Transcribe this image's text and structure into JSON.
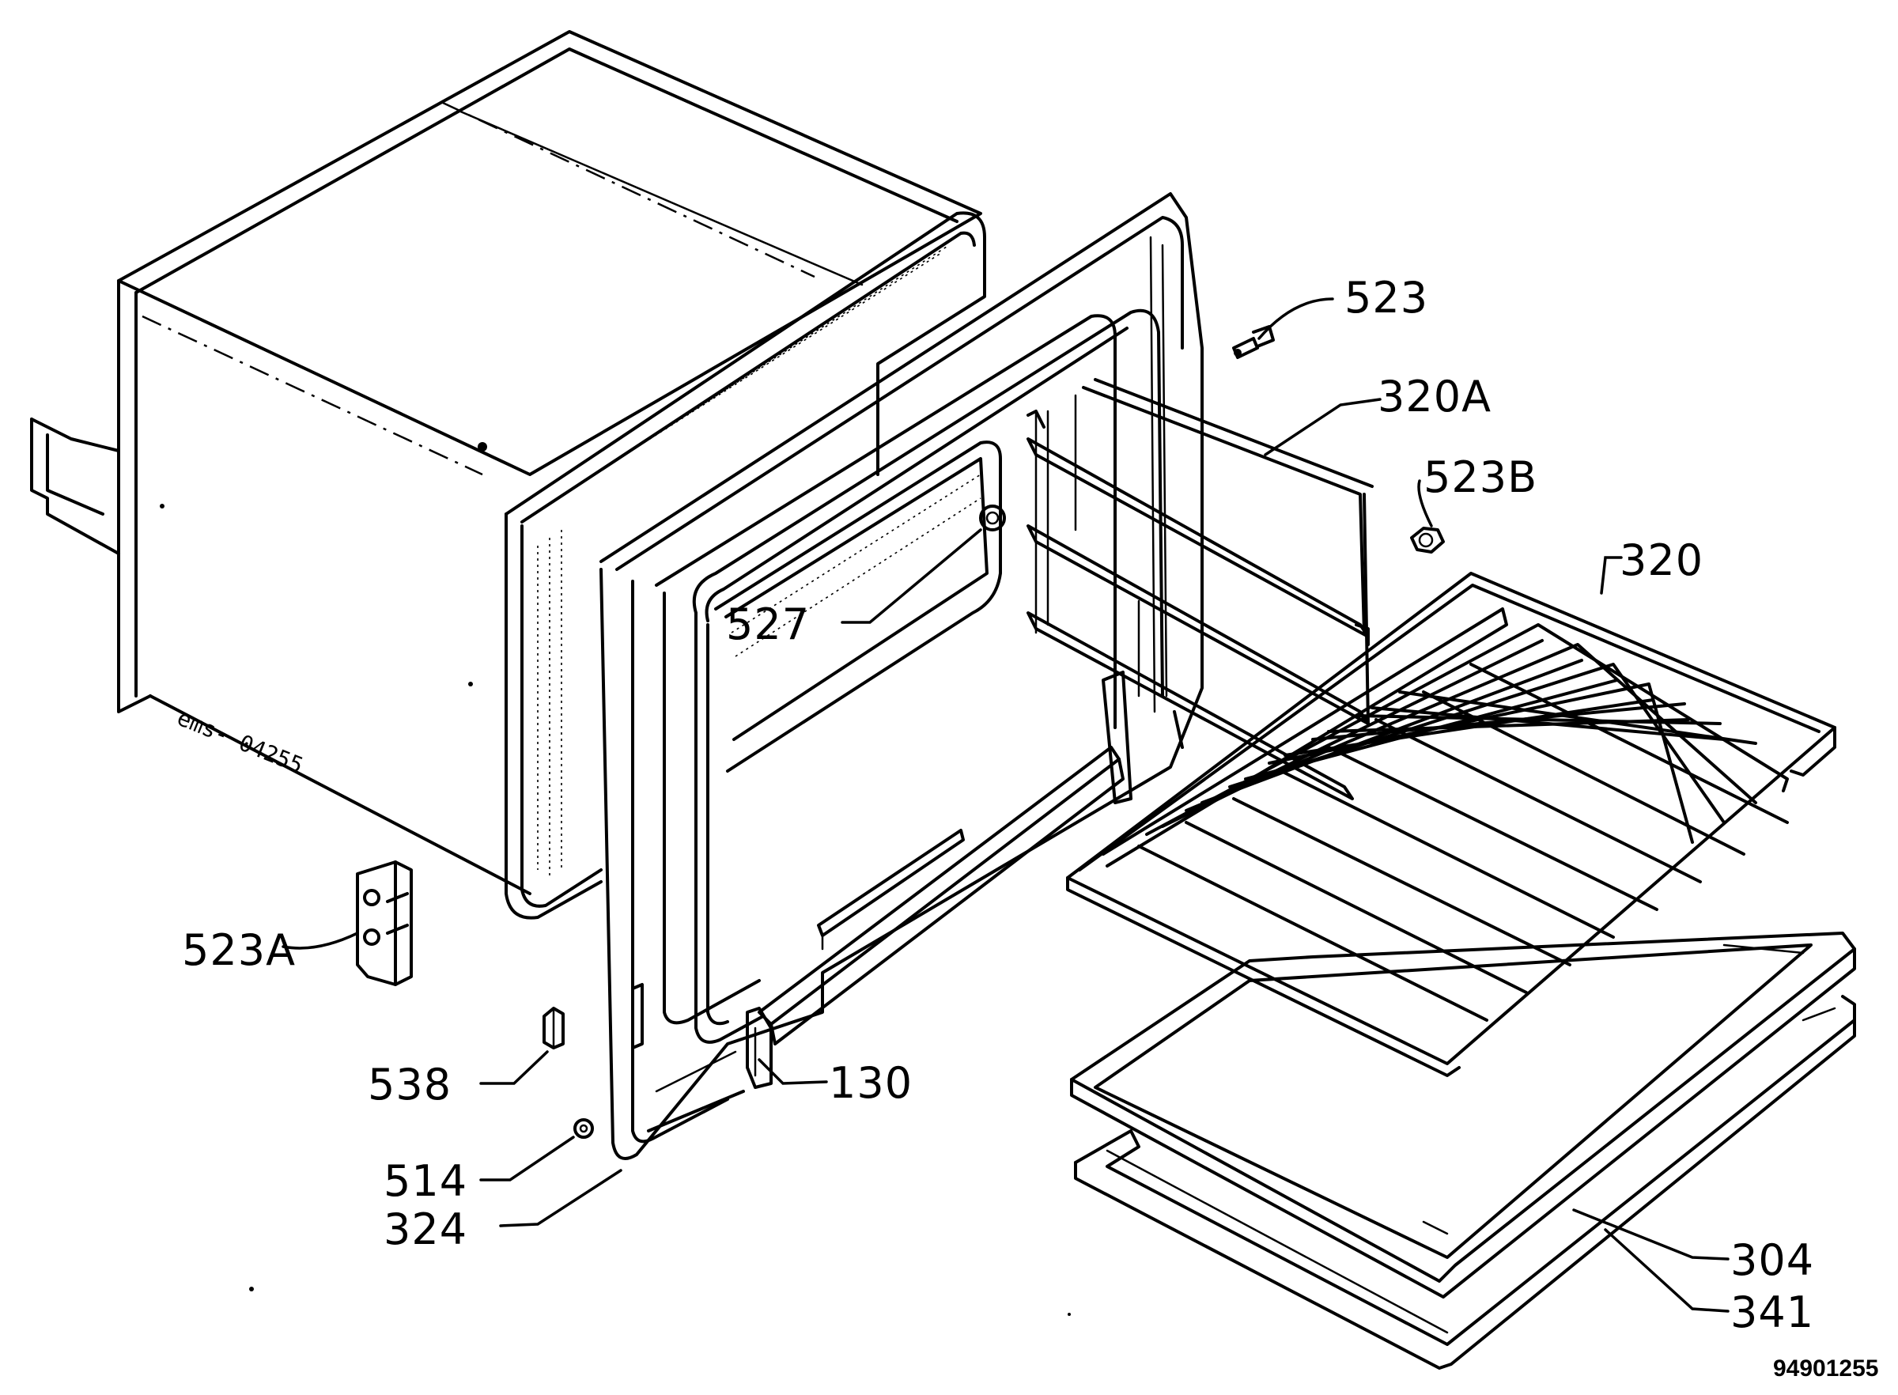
{
  "callouts": {
    "c523": "523",
    "c320A": "320A",
    "c523B": "523B",
    "c320": "320",
    "c527": "527",
    "c523A": "523A",
    "c538": "538",
    "c130": "130",
    "c514": "514",
    "c324": "324",
    "c304": "304",
    "c341": "341"
  },
  "drawing_number": "94901255",
  "handwritten_note": "ems- 04255"
}
